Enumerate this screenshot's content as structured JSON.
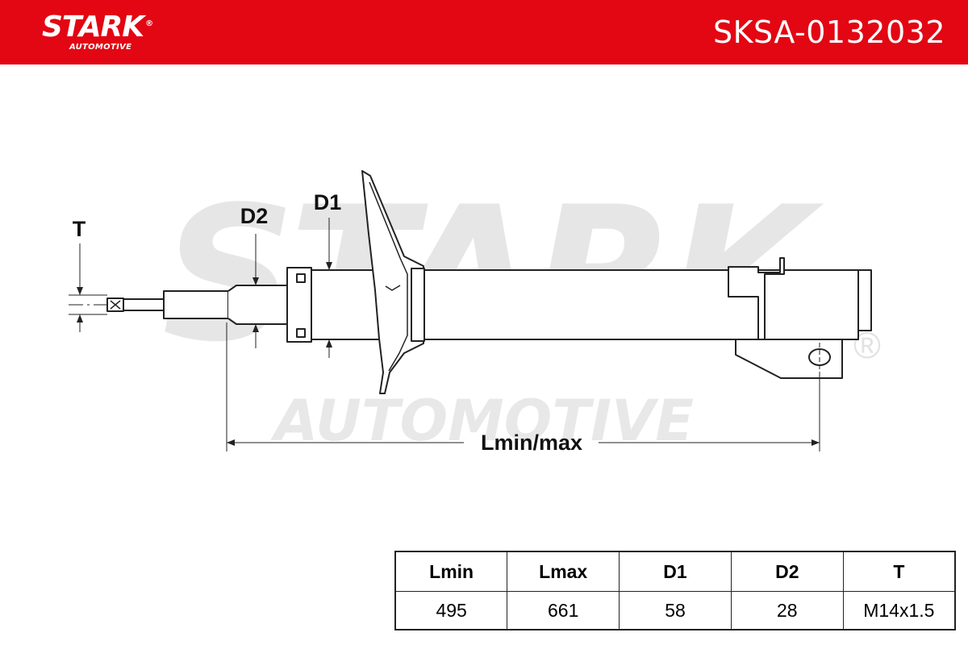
{
  "header": {
    "brand_name": "STARK",
    "brand_registered": "®",
    "brand_sub": "AUTOMOTIVE",
    "part_number": "SKSA-0132032",
    "background_color": "#e30613"
  },
  "watermark": {
    "main": "STARK",
    "sub": "AUTOMOTIVE",
    "registered": "®"
  },
  "diagram": {
    "labels": {
      "t": "T",
      "d2": "D2",
      "d1": "D1",
      "length": "Lmin/max"
    }
  },
  "specs_table": {
    "headers": [
      "Lmin",
      "Lmax",
      "D1",
      "D2",
      "T"
    ],
    "values": [
      "495",
      "661",
      "58",
      "28",
      "M14x1.5"
    ]
  }
}
